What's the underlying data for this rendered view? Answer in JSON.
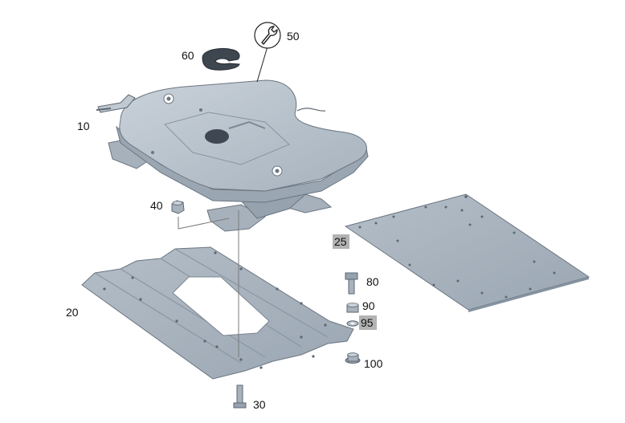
{
  "diagram": {
    "labels": {
      "p10": "10",
      "p20": "20",
      "p25": "25",
      "p30": "30",
      "p40": "40",
      "p50": "50",
      "p60": "60",
      "p80": "80",
      "p90": "90",
      "p95": "95",
      "p100": "100"
    },
    "highlighted": [
      "25",
      "95"
    ],
    "icons": {
      "service": "wrench-icon"
    },
    "colors": {
      "part_fill": "#b9c3cd",
      "part_shade": "#98a4b0",
      "part_dark": "#5d6772",
      "plate_fill": "#a8b3be",
      "highlight_bg": "#b3b3b3",
      "text": "#111111"
    }
  }
}
